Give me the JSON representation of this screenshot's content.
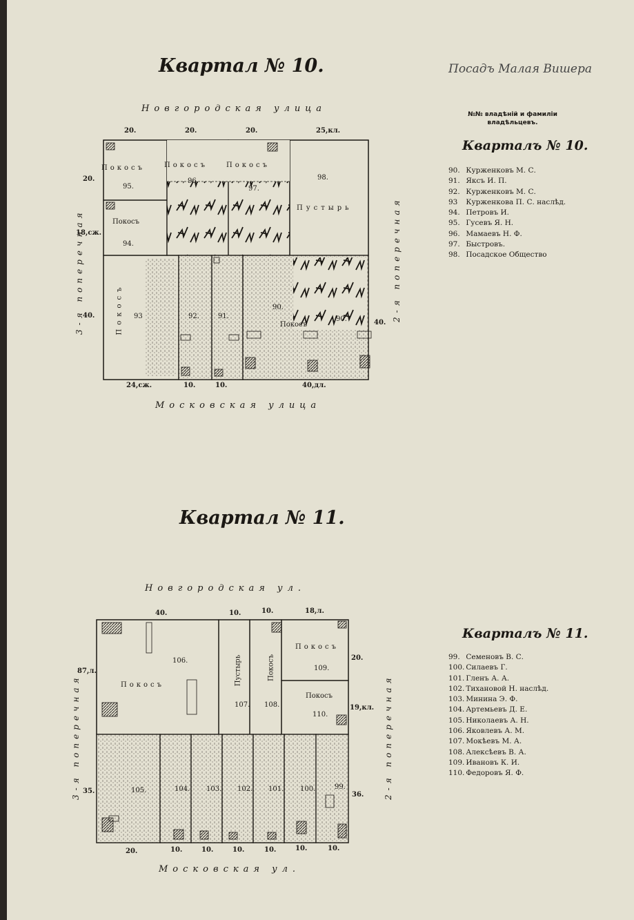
{
  "header": {
    "block10_title": "Квартал № 10.",
    "settlement": "Посадъ Малая Вишера"
  },
  "block10": {
    "street_top": "Новгородская улица",
    "street_bottom": "Московская улица",
    "street_left": "3-я поперечная",
    "street_right": "2-я поперечная",
    "dims": {
      "top": [
        "20.",
        "20.",
        "20.",
        "25,кл."
      ],
      "left": [
        "20.",
        "18,сж.",
        "40."
      ],
      "right": "40.",
      "bottom": [
        "24,сж.",
        "10.",
        "10.",
        "40,дл."
      ]
    },
    "plots": [
      "95.",
      "94.",
      "96.",
      "97.",
      "98.",
      "93",
      "92.",
      "91.",
      "90.",
      "90."
    ],
    "labels": {
      "pokos": "Покосъ",
      "pustyr": "Пустырь"
    }
  },
  "legend": {
    "header": "№№ владѣній и фамиліи владѣльцевъ.",
    "block10": {
      "title": "Кварталъ № 10.",
      "entries": [
        {
          "num": "90.",
          "name": "Курженковъ М. С."
        },
        {
          "num": "91.",
          "name": "Яксъ И. П."
        },
        {
          "num": "92.",
          "name": "Курженковъ М. С."
        },
        {
          "num": "93",
          "name": "Курженкова П. С. наслѣд."
        },
        {
          "num": "94.",
          "name": "Петровъ И."
        },
        {
          "num": "95.",
          "name": "Гусевъ Я. Н."
        },
        {
          "num": "96.",
          "name": "Мамаевъ Н. Ф."
        },
        {
          "num": "97.",
          "name": "Быстровъ."
        },
        {
          "num": "98.",
          "name": "Посадское Общество"
        }
      ]
    },
    "block11": {
      "title": "Кварталъ № 11.",
      "entries": [
        {
          "num": "99.",
          "name": "Семеновъ В. С."
        },
        {
          "num": "100.",
          "name": "Силаевъ Г."
        },
        {
          "num": "101.",
          "name": "Гленъ А. А."
        },
        {
          "num": "102.",
          "name": "Тихановой Н. наслѣд."
        },
        {
          "num": "103.",
          "name": "Минина Э. Ф."
        },
        {
          "num": "104.",
          "name": "Артемьевъ Д. Е."
        },
        {
          "num": "105.",
          "name": "Николаевъ А. Н."
        },
        {
          "num": "106.",
          "name": "Яковлевъ А. М."
        },
        {
          "num": "107.",
          "name": "Мокѣевъ М. А."
        },
        {
          "num": "108.",
          "name": "Алексѣевъ В. А."
        },
        {
          "num": "109.",
          "name": "Ивановъ К. И."
        },
        {
          "num": "110.",
          "name": "Федоровъ Я. Ф."
        }
      ]
    }
  },
  "block11": {
    "title": "Квартал № 11.",
    "street_top": "Новгородская ул.",
    "street_bottom": "Московская ул.",
    "street_left": "3-я поперечная",
    "street_right": "2-я поперечная",
    "dims": {
      "top": [
        "40.",
        "10.",
        "10.",
        "18,л."
      ],
      "left": [
        "87,л.",
        "35."
      ],
      "right": [
        "20.",
        "19,кл.",
        "36."
      ],
      "bottom": [
        "20.",
        "10.",
        "10.",
        "10.",
        "10.",
        "10.",
        "10."
      ]
    },
    "plots": [
      "106.",
      "107.",
      "108.",
      "109.",
      "110.",
      "105.",
      "104.",
      "103.",
      "102.",
      "101.",
      "100.",
      "99."
    ],
    "labels": {
      "pokos": "Покосъ",
      "pustyr": "Пустырь"
    }
  },
  "colors": {
    "paper": "#e4e1d2",
    "ink": "#1b1814",
    "frame": "#2a2622"
  }
}
